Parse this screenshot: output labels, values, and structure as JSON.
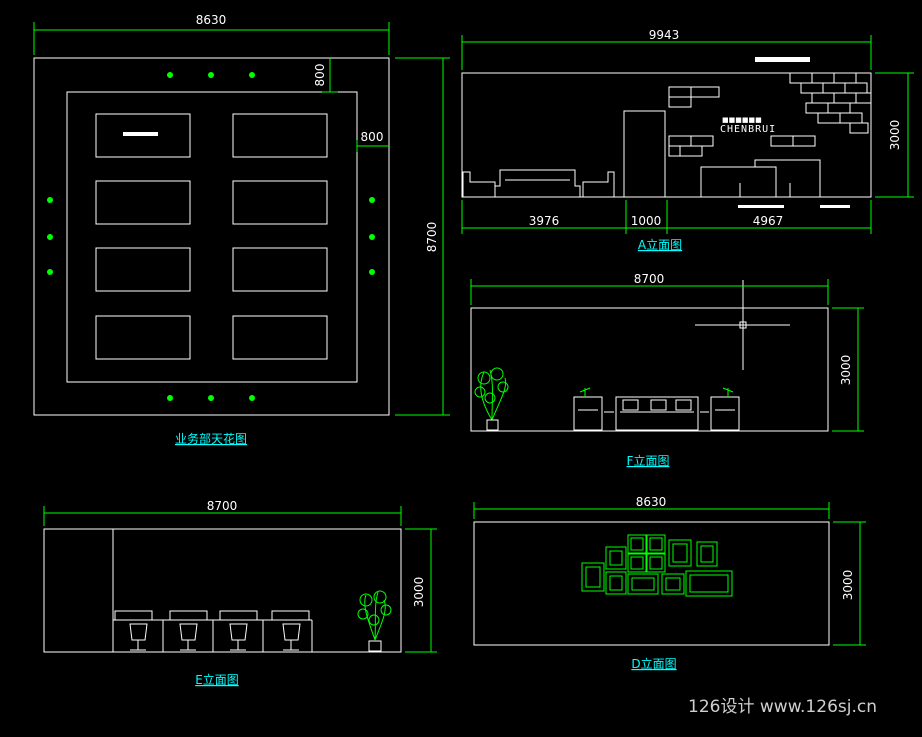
{
  "titles": {
    "ceiling": "业务部天花图",
    "elev_a": "A立面图",
    "elev_f": "F立面图",
    "elev_e": "E立面图",
    "elev_d": "D立面图"
  },
  "dims": {
    "ceiling_width": "8630",
    "ceiling_height": "8700",
    "ceiling_top_offset": "800",
    "ceiling_side_offset": "800",
    "a_width": "9943",
    "a_height": "3000",
    "a_seg1": "3976",
    "a_seg2": "1000",
    "a_seg3": "4967",
    "f_width": "8700",
    "f_height": "3000",
    "e_width": "8700",
    "e_height": "3000",
    "d_width": "8630",
    "d_height": "3000"
  },
  "logo_text": "CHENBRUI",
  "watermark": "126设计 www.126sj.cn",
  "colors": {
    "background": "#000000",
    "lines": "#ffffff",
    "dimension": "#00ff00",
    "title": "#00ffff"
  }
}
